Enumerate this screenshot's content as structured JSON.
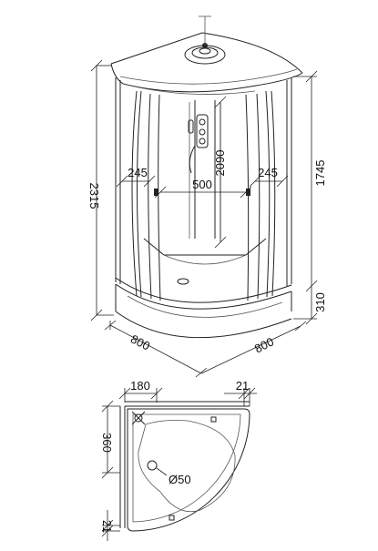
{
  "drawing": {
    "front_view": {
      "overall_height": "2315",
      "inner_height": "2090",
      "cabin_height": "1745",
      "tray_height": "310",
      "door_width": "500",
      "side_panel_left": "245",
      "side_panel_right": "245",
      "depth_left": "800",
      "depth_right": "800"
    },
    "plan_view": {
      "corner_offset": "180",
      "wall_gap_right": "21",
      "corner_depth": "360",
      "wall_gap_bottom": "21",
      "drain_diameter": "Ø50"
    }
  }
}
